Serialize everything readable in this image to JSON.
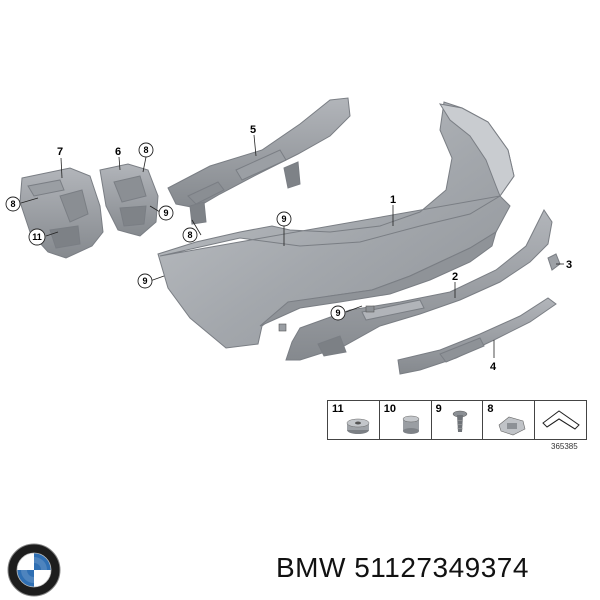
{
  "callouts": {
    "c1": "1",
    "c2": "2",
    "c3": "3",
    "c4": "4",
    "c5": "5",
    "c6": "6",
    "c7": "7",
    "c8a": "8",
    "c8b": "8",
    "c8c": "8",
    "c9a": "9",
    "c9b": "9",
    "c9c": "9",
    "c9d": "9",
    "c11": "11"
  },
  "legend": {
    "items": [
      {
        "label": "11",
        "icon": "grommet-icon"
      },
      {
        "label": "10",
        "icon": "plug-icon"
      },
      {
        "label": "9",
        "icon": "screw-icon"
      },
      {
        "label": "8",
        "icon": "clip-nut-icon"
      },
      {
        "label": "",
        "icon": "wedge-icon"
      }
    ]
  },
  "ref_code": "365385",
  "footer": {
    "brand": "BMW",
    "part_number": "51127349374",
    "text": "BMW 51127349374"
  },
  "colors": {
    "part_fill": "#a7aaaf",
    "part_dark": "#8e9297",
    "part_light": "#c4c7cb"
  }
}
